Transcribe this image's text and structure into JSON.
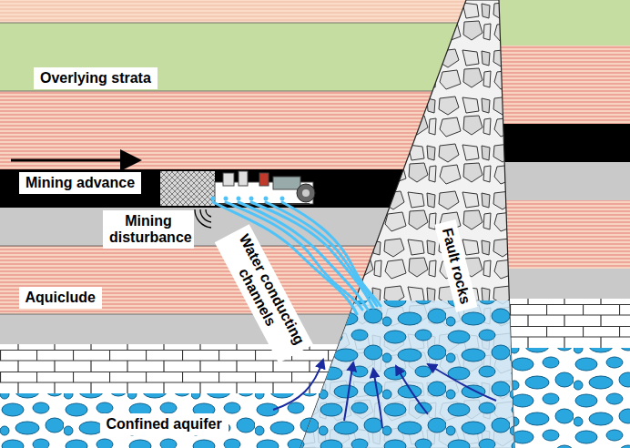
{
  "diagram": {
    "nodes": [
      {
        "text": [
          "Overlying strata"
        ]
      },
      {
        "text": [
          "Mining advance"
        ]
      },
      {
        "text": [
          "Mining disturbance"
        ]
      },
      {
        "text": [
          "Water conducting channels"
        ]
      },
      {
        "text": [
          "Fault rocks"
        ]
      },
      {
        "text": [
          "Aquiclude"
        ]
      },
      {
        "text": [
          "Confined aquifer"
        ]
      }
    ]
  }
}
